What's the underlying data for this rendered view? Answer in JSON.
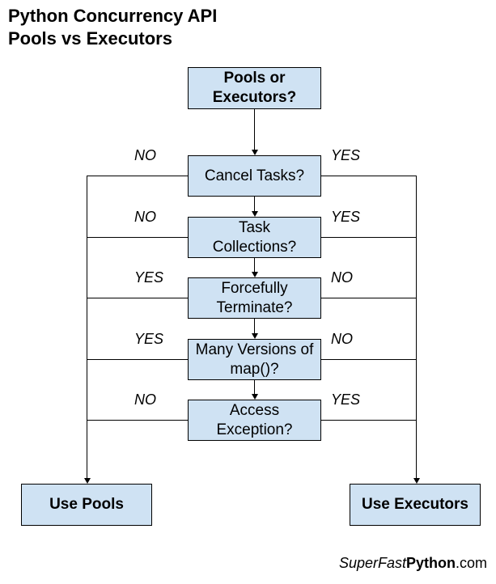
{
  "title": {
    "line1": "Python Concurrency API",
    "line2": "Pools vs Executors"
  },
  "flow": {
    "root": {
      "label": "Pools or\nExecutors?"
    },
    "questions": [
      {
        "label": "Cancel Tasks?",
        "left": "NO",
        "right": "YES"
      },
      {
        "label": "Task\nCollections?",
        "left": "NO",
        "right": "YES"
      },
      {
        "label": "Forcefully\nTerminate?",
        "left": "YES",
        "right": "NO"
      },
      {
        "label": "Many Versions of\nmap()?",
        "left": "YES",
        "right": "NO"
      },
      {
        "label": "Access\nException?",
        "left": "NO",
        "right": "YES"
      }
    ],
    "outcomes": {
      "left": "Use Pools",
      "right": "Use Executors"
    }
  },
  "watermark": {
    "part1": "SuperFast",
    "part2": "Python",
    "part3": ".com"
  },
  "colors": {
    "background": "#ffffff",
    "box_fill": "#cfe2f3",
    "box_border": "#000000",
    "connector": "#000000",
    "text": "#000000"
  }
}
